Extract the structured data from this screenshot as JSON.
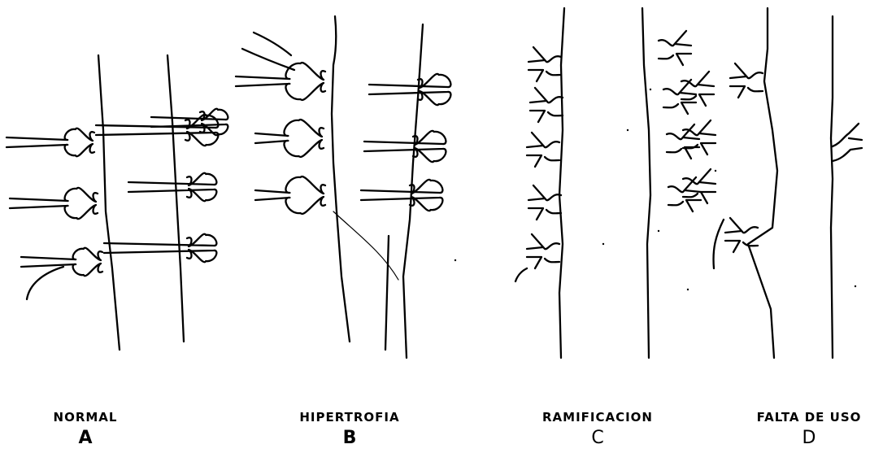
{
  "panels": [
    {
      "id": "A",
      "title": "NORMAL",
      "letter": "A"
    },
    {
      "id": "B",
      "title": "HIPERTROFIA",
      "letter": "B"
    },
    {
      "id": "C",
      "title": "RAMIFICACION",
      "letter": "C"
    },
    {
      "id": "D",
      "title": "FALTA DE USO",
      "letter": "D"
    }
  ]
}
